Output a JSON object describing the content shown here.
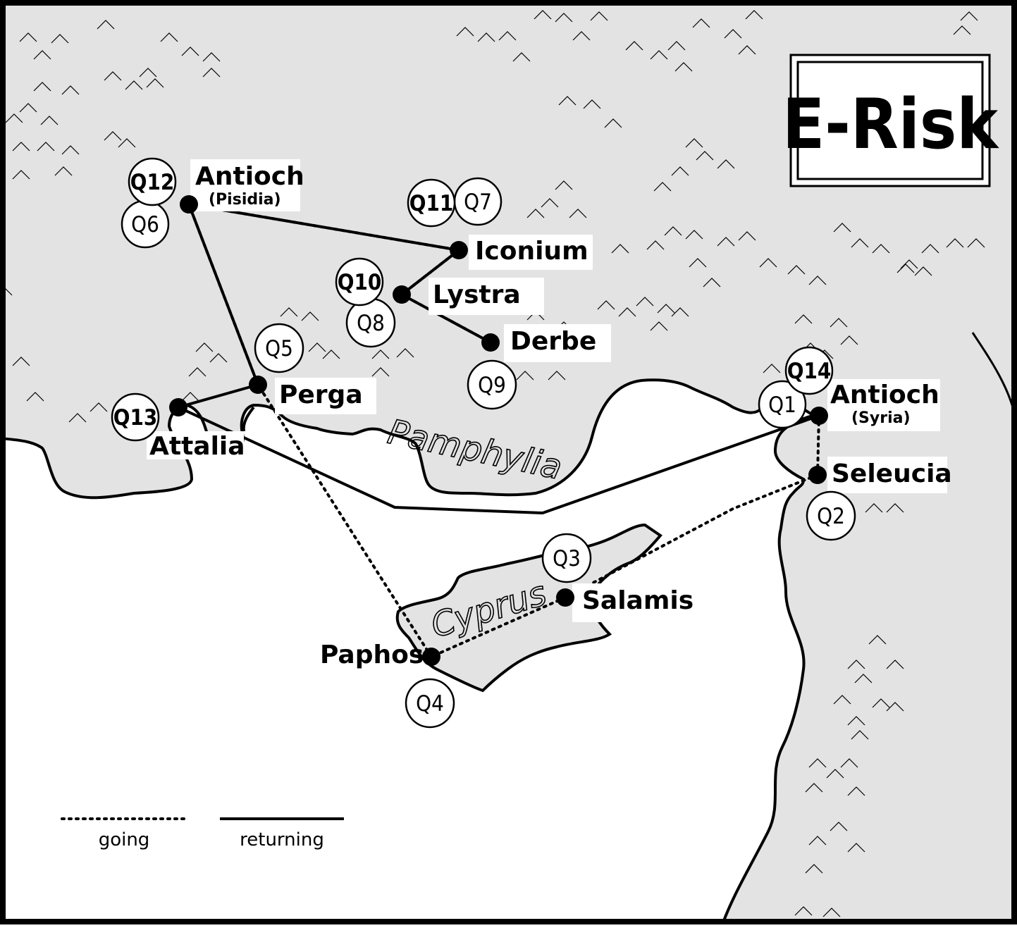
{
  "title": "E-Risk",
  "regions": {
    "pamphylia": "Pamphylia",
    "cyprus": "Cyprus"
  },
  "cities": {
    "antioch_pisidia": {
      "name": "Antioch",
      "sub": "(Pisidia)"
    },
    "iconium": {
      "name": "Iconium"
    },
    "lystra": {
      "name": "Lystra"
    },
    "derbe": {
      "name": "Derbe"
    },
    "perga": {
      "name": "Perga"
    },
    "attalia": {
      "name": "Attalia"
    },
    "antioch_syria": {
      "name": "Antioch",
      "sub": "(Syria)"
    },
    "seleucia": {
      "name": "Seleucia"
    },
    "salamis": {
      "name": "Salamis"
    },
    "paphos": {
      "name": "Paphos"
    }
  },
  "questions": {
    "q1": "Q1",
    "q2": "Q2",
    "q3": "Q3",
    "q4": "Q4",
    "q5": "Q5",
    "q6": "Q6",
    "q7": "Q7",
    "q8": "Q8",
    "q9": "Q9",
    "q10": "Q10",
    "q11": "Q11",
    "q12": "Q12",
    "q13": "Q13",
    "q14": "Q14"
  },
  "legend": {
    "going": "going",
    "returning": "returning"
  },
  "colors": {
    "land": "#e3e3e3",
    "sea": "#ffffff",
    "ink": "#000000"
  }
}
